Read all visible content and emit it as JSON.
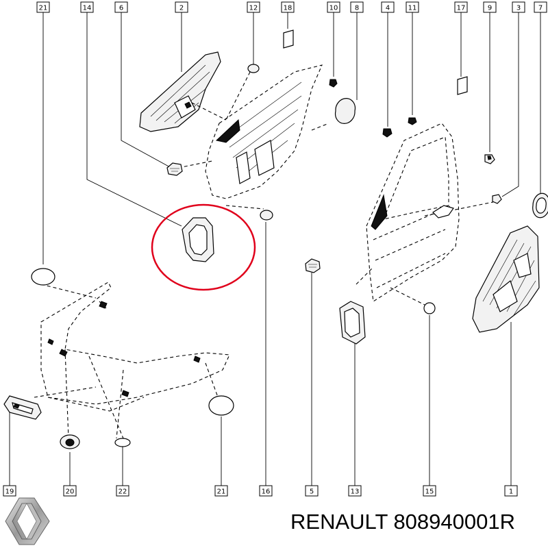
{
  "caption": "RENAULT 808940001R",
  "brand_logo": "renault-diamond-logo",
  "highlight_color": "#e0001b",
  "callouts": {
    "top": [
      "21",
      "14",
      "6",
      "2",
      "12",
      "18",
      "10",
      "8",
      "4",
      "11",
      "17",
      "9",
      "3",
      "7"
    ],
    "bottom": [
      "19",
      "20",
      "22",
      "21",
      "16",
      "5",
      "13",
      "15",
      "1"
    ]
  }
}
